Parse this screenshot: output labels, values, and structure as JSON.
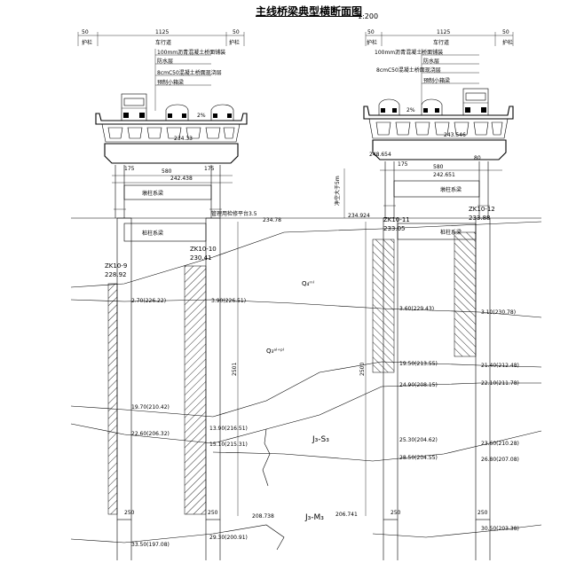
{
  "title": "主线桥梁典型横断面图",
  "scale": "1:200",
  "top_dims": {
    "left": {
      "edge_left": "50",
      "width": "1125",
      "edge_right": "50",
      "lane_label": "车行道",
      "side_left": "护栏",
      "side_right": "护栏"
    },
    "right": {
      "edge_left": "50",
      "width": "1125",
      "edge_right": "50",
      "lane_label": "车行道",
      "side_left": "护栏",
      "side_right": "护栏"
    }
  },
  "pavement_notes": {
    "left": [
      "100mm沥青混凝土桥面铺装",
      "防水层",
      "8cmC50混凝土桥面现浇层",
      "预制小箱梁"
    ],
    "right": [
      "100mm沥青混凝土桥面铺装",
      "防水层",
      "8cmC50混凝土桥面现浇层",
      "预制小箱梁"
    ]
  },
  "elevations": {
    "left_deck": "234.33",
    "right_deck": "243.546",
    "left_cap": "242.438",
    "right_cap1": "248.654",
    "right_cap2": "242.651",
    "right_ground": "234.924",
    "left_ground": "234.78",
    "bottom_left": "208.738",
    "bottom_right": "206.741"
  },
  "dims": {
    "left_pier_a": "175",
    "left_cap_w": "580",
    "left_pier_b": "175",
    "right_pier_a": "175",
    "right_cap_w": "580",
    "right_pier_b": "80",
    "left_pier_h": "2501",
    "right_pier_h": "2500"
  },
  "labels": {
    "left_beam": "墩柱系梁",
    "left_tie": "桩柱系梁",
    "right_beam": "墩柱系梁",
    "right_tie": "桩柱系梁",
    "clearance": "净空大于5m",
    "pipe_note": "管理用检修平台3.5",
    "q4": "Q₄ᵐˡ",
    "q3": "Q₃ᵃˡ⁺ᵖˡ",
    "j1": "J₃-S₃",
    "j2": "J₃-M₃"
  },
  "bores": {
    "zk1": "ZK10-9",
    "zk1_el": "228.92",
    "zk2": "ZK10-10",
    "zk2_el": "230.41",
    "zk3": "ZK10-11",
    "zk3_el": "233.05",
    "zk4": "ZK10-12",
    "zk4_el": "233.88"
  },
  "layer_marks": {
    "l1": "2.70(226.22)",
    "l2": "3.90(226.51)",
    "l3": "3.60(229.43)",
    "l4": "3.10(230.78)",
    "l5": "19.70(210.42)",
    "l6": "22.60(206.32)",
    "l7": "13.90(216.51)",
    "l8": "15.10(215.31)",
    "l9": "19.50(213.55)",
    "l10": "21.40(212.48)",
    "l11": "24.90(208.15)",
    "l12": "22.10(211.78)",
    "l13": "25.30(204.62)",
    "l14": "23.60(210.28)",
    "l15": "28.50(204.55)",
    "l16": "26.80(207.08)",
    "l17": "33.50(197.08)",
    "l18": "30.50(203.38)",
    "l19": "29.30(200.91)"
  },
  "pile_tip_tags": {
    "t1": "250",
    "t2": "250",
    "t3": "250",
    "t4": "250"
  }
}
